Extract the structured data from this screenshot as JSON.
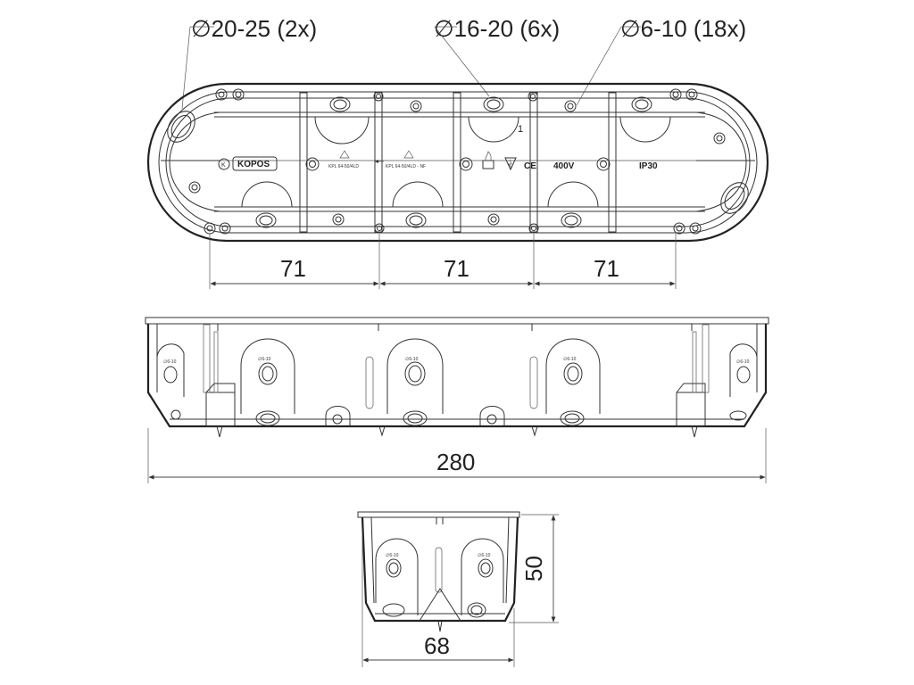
{
  "callouts": {
    "large_holes": "∅20-25 (2x)",
    "medium_holes": "∅16-20 (6x)",
    "small_holes": "∅6-10 (18x)"
  },
  "top_view": {
    "brand": "KOPOS",
    "logo_letter": "K",
    "model_left": "KPL 64-50/4LD",
    "model_right": "KPL 64-50/4LD - NF",
    "ce_mark": "CE",
    "voltage": "400V",
    "ip_rating": "IP30",
    "marker": "1"
  },
  "dimensions": {
    "pitch_1": "71",
    "pitch_2": "71",
    "pitch_3": "71",
    "overall_length": "280",
    "depth": "50",
    "width": "68"
  },
  "side_view": {
    "hole_label_side": "∅6-10",
    "hole_label_face": "∅6-10"
  },
  "icons": [
    "diameter-symbol",
    "warning-triangle-icon",
    "flame-icon",
    "ce-mark-icon",
    "lightning-icon",
    "arrow-left-icon"
  ]
}
